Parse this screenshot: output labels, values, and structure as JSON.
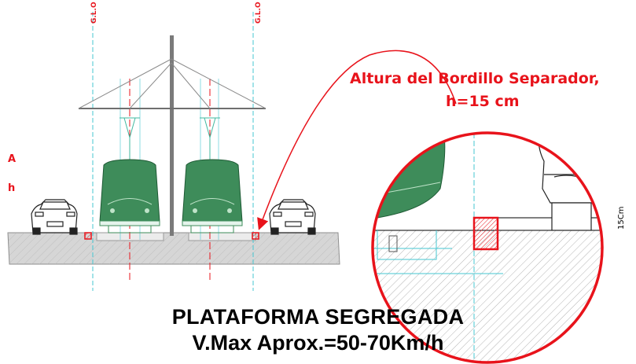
{
  "gauge_label": "G.L.O",
  "callout": {
    "line1": "Altura del Bordillo Separador,",
    "line2": "h=15 cm"
  },
  "dimension": "15Cm",
  "edge_fragments": [
    "A",
    "h"
  ],
  "title": {
    "line1": "PLATAFORMA  SEGREGADA",
    "line2": "V.Max Aprox.=50-70Km/h"
  },
  "colors": {
    "tram_green": "#3e8c5a",
    "red": "#e8131b",
    "ground": "#d9d9d9",
    "cyan": "#44c7d2"
  }
}
